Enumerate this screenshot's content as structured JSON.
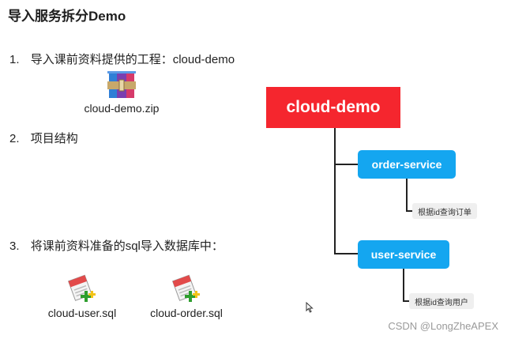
{
  "title": "导入服务拆分Demo",
  "steps": [
    {
      "number": "1.",
      "text": "导入课前资料提供的工程：cloud-demo"
    },
    {
      "number": "2.",
      "text": "项目结构"
    },
    {
      "number": "3.",
      "text": "将课前资料准备的sql导入数据库中："
    }
  ],
  "files": {
    "zip": {
      "name": "cloud-demo.zip",
      "icon": "winrar-archive-icon"
    },
    "sql_user": {
      "name": "cloud-user.sql",
      "icon": "sql-script-icon"
    },
    "sql_order": {
      "name": "cloud-order.sql",
      "icon": "sql-script-icon"
    }
  },
  "diagram": {
    "root": "cloud-demo",
    "services": [
      {
        "name": "order-service",
        "note": "根据id查询订单"
      },
      {
        "name": "user-service",
        "note": "根据id查询用户"
      }
    ]
  },
  "watermark": "CSDN @LongZheAPEX",
  "colors": {
    "root": "#f5262e",
    "service": "#14a6f0",
    "note_bg": "#efefef"
  }
}
